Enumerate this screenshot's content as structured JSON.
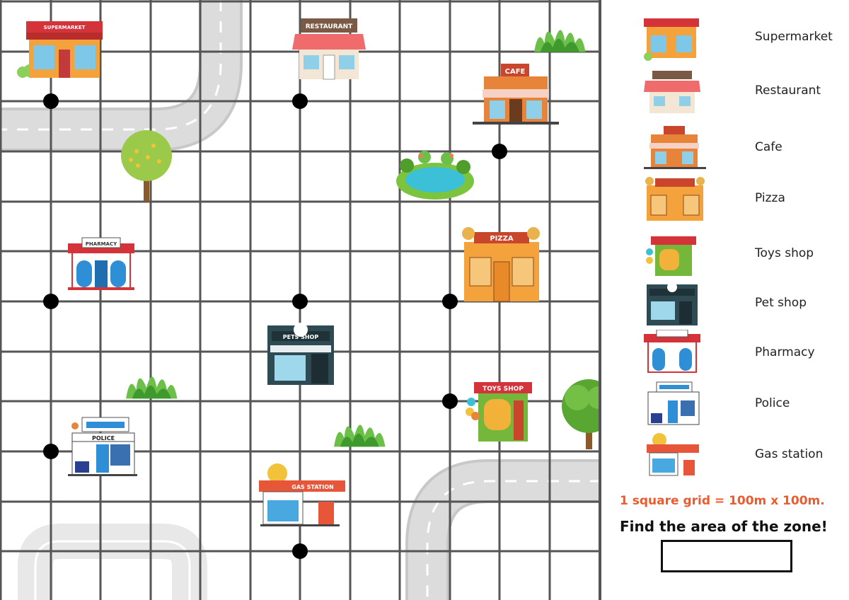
{
  "board": {
    "columns": 12,
    "rows": 12,
    "marked_points": [
      {
        "col": 1,
        "row": 2
      },
      {
        "col": 6,
        "row": 2
      },
      {
        "col": 10,
        "row": 3
      },
      {
        "col": 1,
        "row": 6
      },
      {
        "col": 6,
        "row": 6
      },
      {
        "col": 9,
        "row": 6
      },
      {
        "col": 9,
        "row": 8
      },
      {
        "col": 1,
        "row": 9
      },
      {
        "col": 6,
        "row": 11
      }
    ],
    "sign_labels": {
      "supermarket": "SUPERMARKET",
      "restaurant": "RESTAURANT",
      "cafe": "CAFE",
      "pizza": "PIZZA",
      "pharmacy": "PHARMACY",
      "pet_shop": "PETS SHOP",
      "toys_shop": "TOYS SHOP",
      "police": "POLICE",
      "gas_station": "GAS STATION"
    }
  },
  "legend": [
    {
      "key": "supermarket",
      "label": "Supermarket",
      "icon": "supermarket-icon"
    },
    {
      "key": "restaurant",
      "label": "Restaurant",
      "icon": "restaurant-icon"
    },
    {
      "key": "cafe",
      "label": "Cafe",
      "icon": "cafe-icon"
    },
    {
      "key": "pizza",
      "label": "Pizza",
      "icon": "pizza-icon"
    },
    {
      "key": "toys",
      "label": "Toys shop",
      "icon": "toys-shop-icon"
    },
    {
      "key": "pet",
      "label": "Pet shop",
      "icon": "pet-shop-icon"
    },
    {
      "key": "pharmacy",
      "label": "Pharmacy",
      "icon": "pharmacy-icon"
    },
    {
      "key": "police",
      "label": "Police",
      "icon": "police-icon"
    },
    {
      "key": "gas",
      "label": "Gas station",
      "icon": "gas-station-icon"
    }
  ],
  "scale_note": "1 square grid = 100m x 100m.",
  "question": "Find the area of the zone!",
  "answer": {
    "value": "",
    "placeholder": ""
  },
  "colors": {
    "grid_line": "#555555",
    "road": "#dcdcdc",
    "road_border": "#c8c8c8",
    "point": "#000000",
    "scale_note": "#ef5a2b"
  }
}
